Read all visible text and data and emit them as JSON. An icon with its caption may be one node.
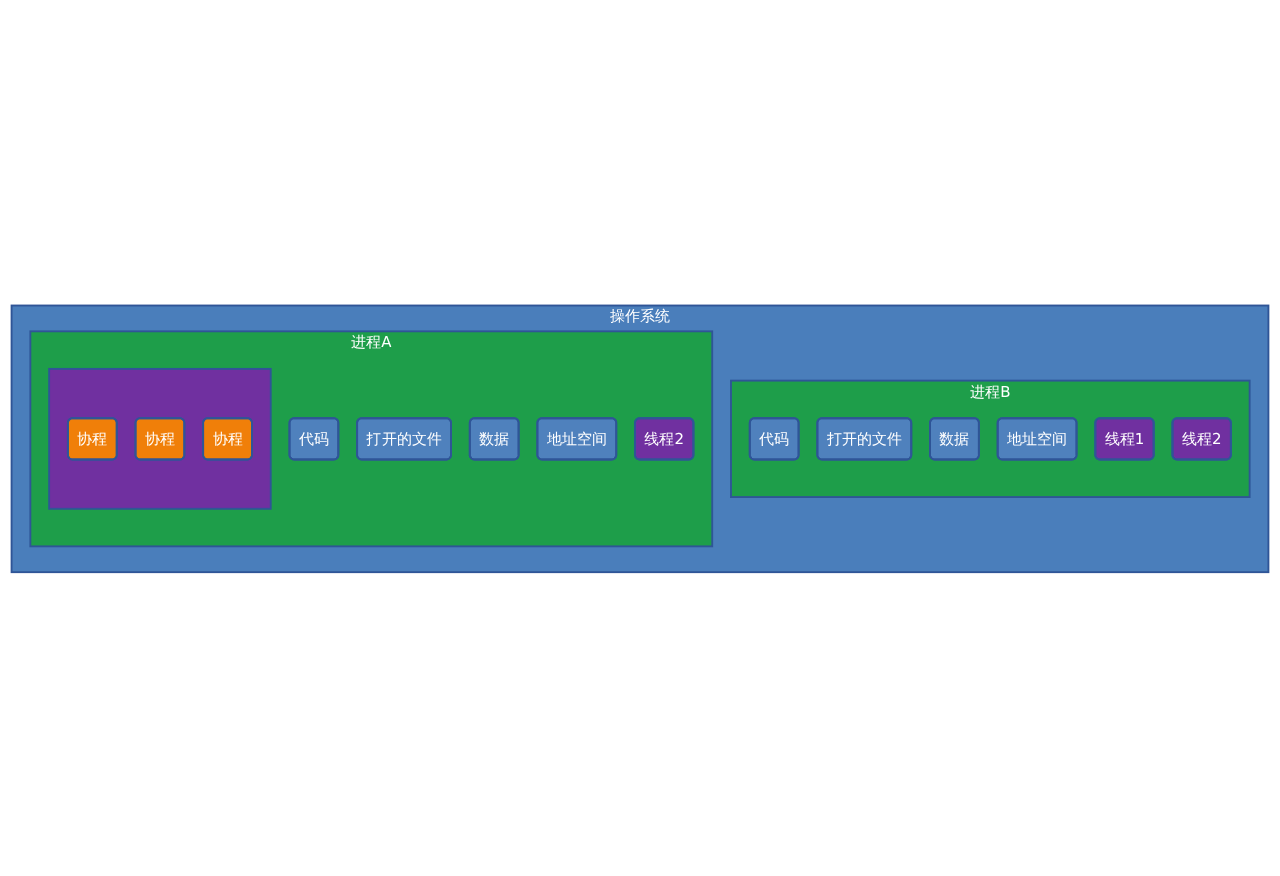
{
  "diagram": {
    "nodes": [
      {
        "text": [
          "操作系统"
        ]
      },
      {
        "text": [
          "进程A"
        ],
        "in": 0
      },
      {
        "text": [
          "代码"
        ],
        "in": 1
      },
      {
        "text": [
          "打开的文件"
        ],
        "in": 1
      },
      {
        "text": [
          "数据"
        ],
        "in": 1
      },
      {
        "text": [
          "地址空间"
        ],
        "in": 1
      },
      {
        "text": [],
        "shape": "box",
        "in": 1
      },
      {
        "text": [
          "协程"
        ],
        "in": 6
      },
      {
        "text": [
          "协程"
        ],
        "in": 6
      },
      {
        "text": [
          "协程"
        ],
        "in": 6
      },
      {
        "text": [
          "线程2"
        ],
        "in": 1
      },
      {
        "text": [
          "进程B"
        ],
        "in": 0
      },
      {
        "text": [
          "代码"
        ],
        "in": 11
      },
      {
        "text": [
          "打开的文件"
        ],
        "in": 11
      },
      {
        "text": [
          "数据"
        ],
        "in": 11
      },
      {
        "text": [
          "地址空间"
        ],
        "in": 11
      },
      {
        "text": [
          "线程1"
        ],
        "in": 11
      },
      {
        "text": [
          "线程2"
        ],
        "in": 11
      }
    ]
  }
}
